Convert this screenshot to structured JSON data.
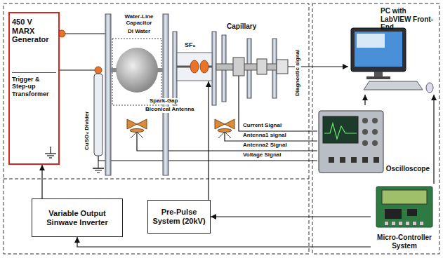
{
  "diagram": {
    "nodes": [
      {
        "text": [
          "450 V MARX Generator",
          "Trigger & Step-up Transformer"
        ]
      },
      {
        "text": [
          "PC with LabVIEW Front-End"
        ]
      },
      {
        "text": [
          "Oscilloscope"
        ]
      },
      {
        "text": [
          "Variable Output Sinwave Inverter"
        ]
      },
      {
        "text": [
          "Pre-Pulse System (20kV)"
        ]
      },
      {
        "text": [
          "Micro-Controller System"
        ]
      }
    ],
    "edges": [
      {
        "from": 3,
        "to": 0,
        "arrow": "to"
      },
      {
        "from": 5,
        "to": 3,
        "arrow": "to"
      },
      {
        "from": 5,
        "to": 4,
        "arrow": "to"
      },
      {
        "from": 5,
        "to": 1,
        "arrow": "to"
      },
      {
        "from": 2,
        "to": 1,
        "arrow": "to"
      }
    ],
    "labels": [
      "Water-Line Capacitor",
      "DI Water",
      "SF₆",
      "Capillary",
      "Diagnostic signal",
      "CuSO₄ Divider",
      "Spark-Gap",
      "Biconical Antenna",
      "Current Signal",
      "Antenna1 signal",
      "Antenna2 Signal",
      "Voltage Signal"
    ]
  }
}
